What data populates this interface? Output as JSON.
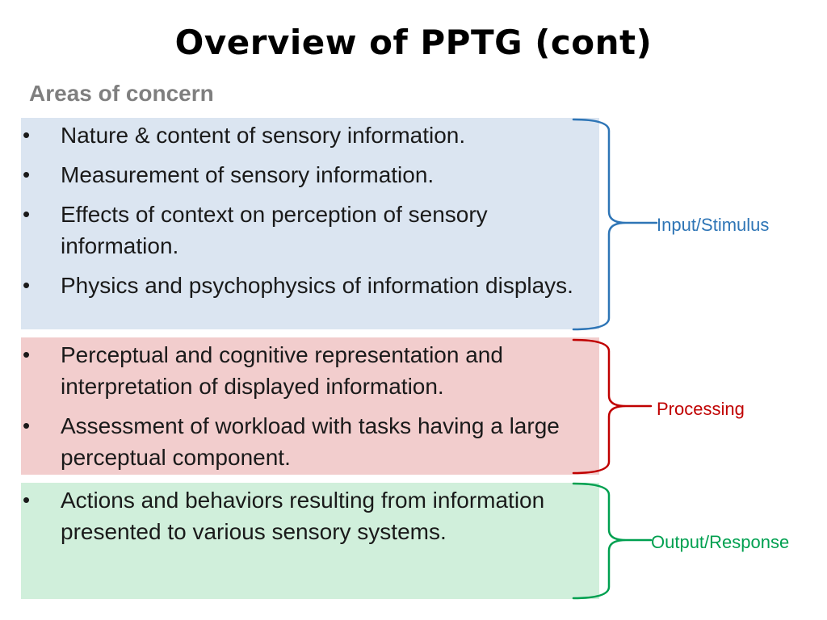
{
  "title": "Overview of PPTG (cont)",
  "subtitle": "Areas of concern",
  "groups": {
    "input": {
      "label": "Input/Stimulus",
      "color": "#2e75b6",
      "items": [
        "Nature & content of sensory information.",
        "Measurement of sensory information.",
        "Effects of context on perception of sensory information.",
        "Physics and psychophysics of information displays."
      ]
    },
    "processing": {
      "label": "Processing",
      "color": "#c00000",
      "items": [
        "Perceptual and cognitive representation and interpretation of displayed information.",
        "Assessment of workload with tasks having a large perceptual component."
      ]
    },
    "output": {
      "label": "Output/Response",
      "color": "#00a050",
      "items": [
        "Actions and behaviors resulting from information presented to various sensory systems."
      ]
    }
  },
  "bullet_glyph": "•"
}
